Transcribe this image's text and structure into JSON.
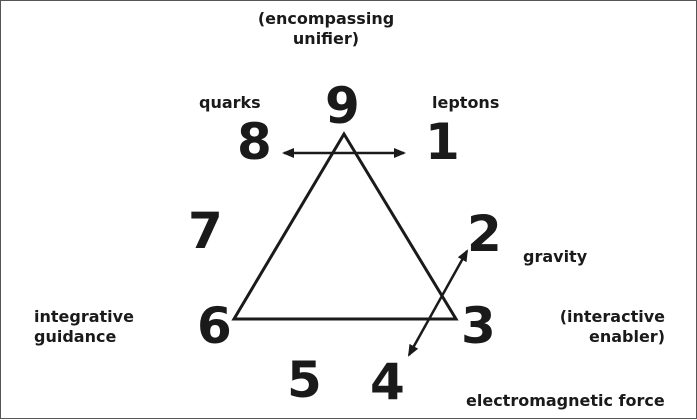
{
  "numbers": {
    "n1": "1",
    "n2": "2",
    "n3": "3",
    "n4": "4",
    "n5": "5",
    "n6": "6",
    "n7": "7",
    "n8": "8",
    "n9": "9"
  },
  "labels": {
    "top_line1": "(encompassing",
    "top_line2": "unifier)",
    "quarks": "quarks",
    "leptons": "leptons",
    "gravity": "gravity",
    "integrative_line1": "integrative",
    "integrative_line2": "guidance",
    "interactive_line1": "(interactive",
    "interactive_line2": "enabler)",
    "electromagnetic": "electromagnetic force"
  },
  "colors": {
    "ink": "#1a1a1a",
    "border": "#555555",
    "background": "#ffffff"
  }
}
